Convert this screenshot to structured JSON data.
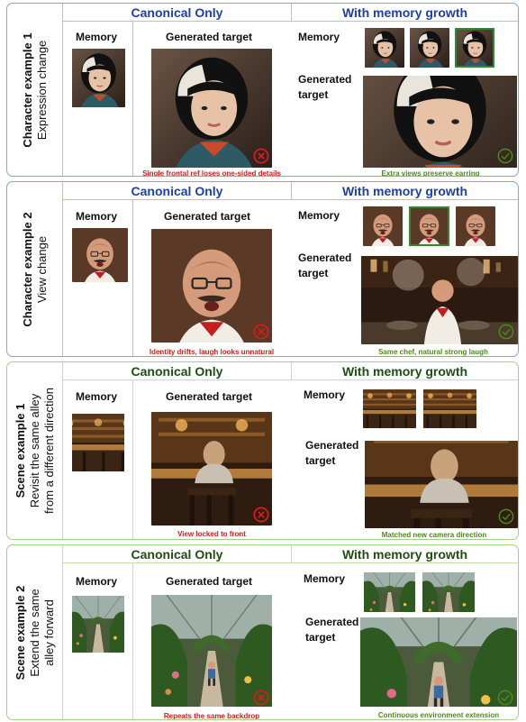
{
  "columns": {
    "canonical": "Canonical Only",
    "memory_growth": "With memory growth"
  },
  "labels": {
    "memory": "Memory",
    "generated_target": "Generated target"
  },
  "examples": [
    {
      "title": "Character example 1",
      "subtitle": [
        "Expression change"
      ],
      "fail_caption": "Single frontal ref loses one-sided details",
      "success_caption": "Extra views preserve earring"
    },
    {
      "title": "Character example 2",
      "subtitle": [
        "View change"
      ],
      "fail_caption": "Identity drifts, laugh looks unnatural",
      "success_caption": "Same chef, natural strong laugh"
    },
    {
      "title": "Scene example 1",
      "subtitle": [
        "Revisit the same alley",
        "from a different direction"
      ],
      "fail_caption": "View locked to front",
      "success_caption": "Matched new camera direction"
    },
    {
      "title": "Scene example 2",
      "subtitle": [
        "Extend the same",
        "alley forward"
      ],
      "fail_caption": "Repeats the same backdrop",
      "success_caption": "Continuous environment extension"
    }
  ],
  "colors": {
    "character_border": "#7fa7d9",
    "scene_border": "#a6cf86",
    "fail_red": "#d81b1b",
    "success_green": "#4c8a1c"
  },
  "icons": {
    "fail": "x-circle-icon",
    "success": "check-circle-icon"
  }
}
